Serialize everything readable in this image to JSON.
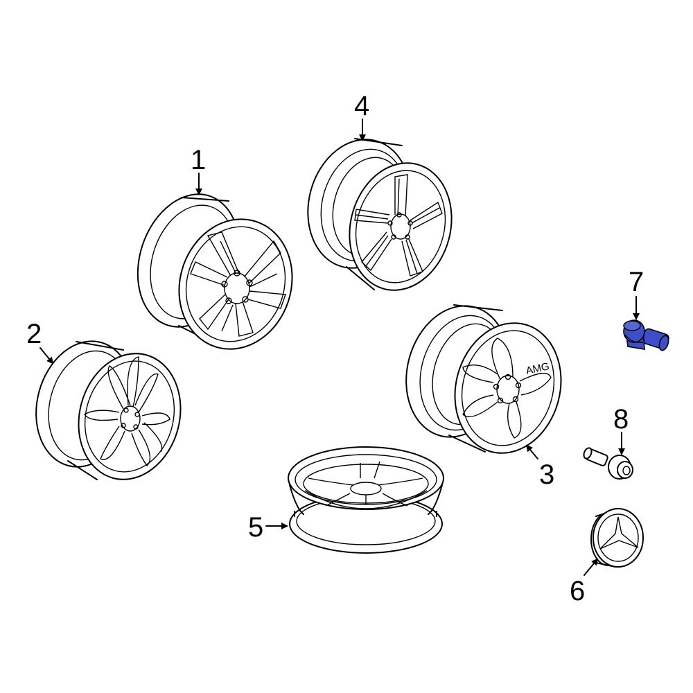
{
  "callouts": {
    "c1": "1",
    "c2": "2",
    "c3": "3",
    "c4": "4",
    "c5": "5",
    "c6": "6",
    "c7": "7",
    "c8": "8"
  },
  "wheel3_emblem_text": "AMG",
  "colors": {
    "line": "#000000",
    "highlight_fill": "#3D4FC8",
    "background": "#FFFFFF"
  }
}
